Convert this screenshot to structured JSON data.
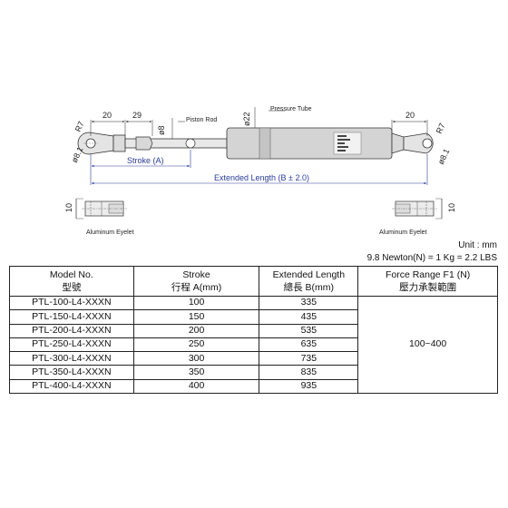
{
  "drawing": {
    "dims": {
      "eyelet_len": "20",
      "rod_gap": "29",
      "rod_dia": "ø8",
      "tube_dia": "ø22",
      "eyelet_len_right": "20",
      "radius_left": "R7",
      "radius_right": "R7",
      "hole_left": "ø8.1",
      "hole_right": "ø8.1",
      "eyelet_thickness_left": "10",
      "eyelet_thickness_right": "10"
    },
    "labels": {
      "piston_rod": "Piston Rod",
      "pressure_tube": "Pressure Tube",
      "stroke": "Stroke (A)",
      "extended_length": "Extended Length (B ± 2.0)",
      "eyelet_left": "Aluminum Eyelet",
      "eyelet_right": "Aluminum Eyelet"
    },
    "colors": {
      "dimension_blue": "#2a3c9a",
      "tube": "#cfcfcf"
    }
  },
  "units": {
    "unit": "Unit : mm",
    "conversion": "9.8 Newton(N) = 1 Kg = 2.2 LBS"
  },
  "table": {
    "headers": [
      {
        "en": "Model No.",
        "zh": "型號"
      },
      {
        "en": "Stroke",
        "zh": "行程 A(mm)"
      },
      {
        "en": "Extended Length",
        "zh": "總長 B(mm)"
      },
      {
        "en": "Force Range F1 (N)",
        "zh": "壓力承製範圍"
      }
    ],
    "rows": [
      {
        "model": "PTL-100-L4-XXXN",
        "stroke": "100",
        "length": "335"
      },
      {
        "model": "PTL-150-L4-XXXN",
        "stroke": "150",
        "length": "435"
      },
      {
        "model": "PTL-200-L4-XXXN",
        "stroke": "200",
        "length": "535"
      },
      {
        "model": "PTL-250-L4-XXXN",
        "stroke": "250",
        "length": "635"
      },
      {
        "model": "PTL-300-L4-XXXN",
        "stroke": "300",
        "length": "735"
      },
      {
        "model": "PTL-350-L4-XXXN",
        "stroke": "350",
        "length": "835"
      },
      {
        "model": "PTL-400-L4-XXXN",
        "stroke": "400",
        "length": "935"
      }
    ],
    "force_range": "100~400"
  }
}
